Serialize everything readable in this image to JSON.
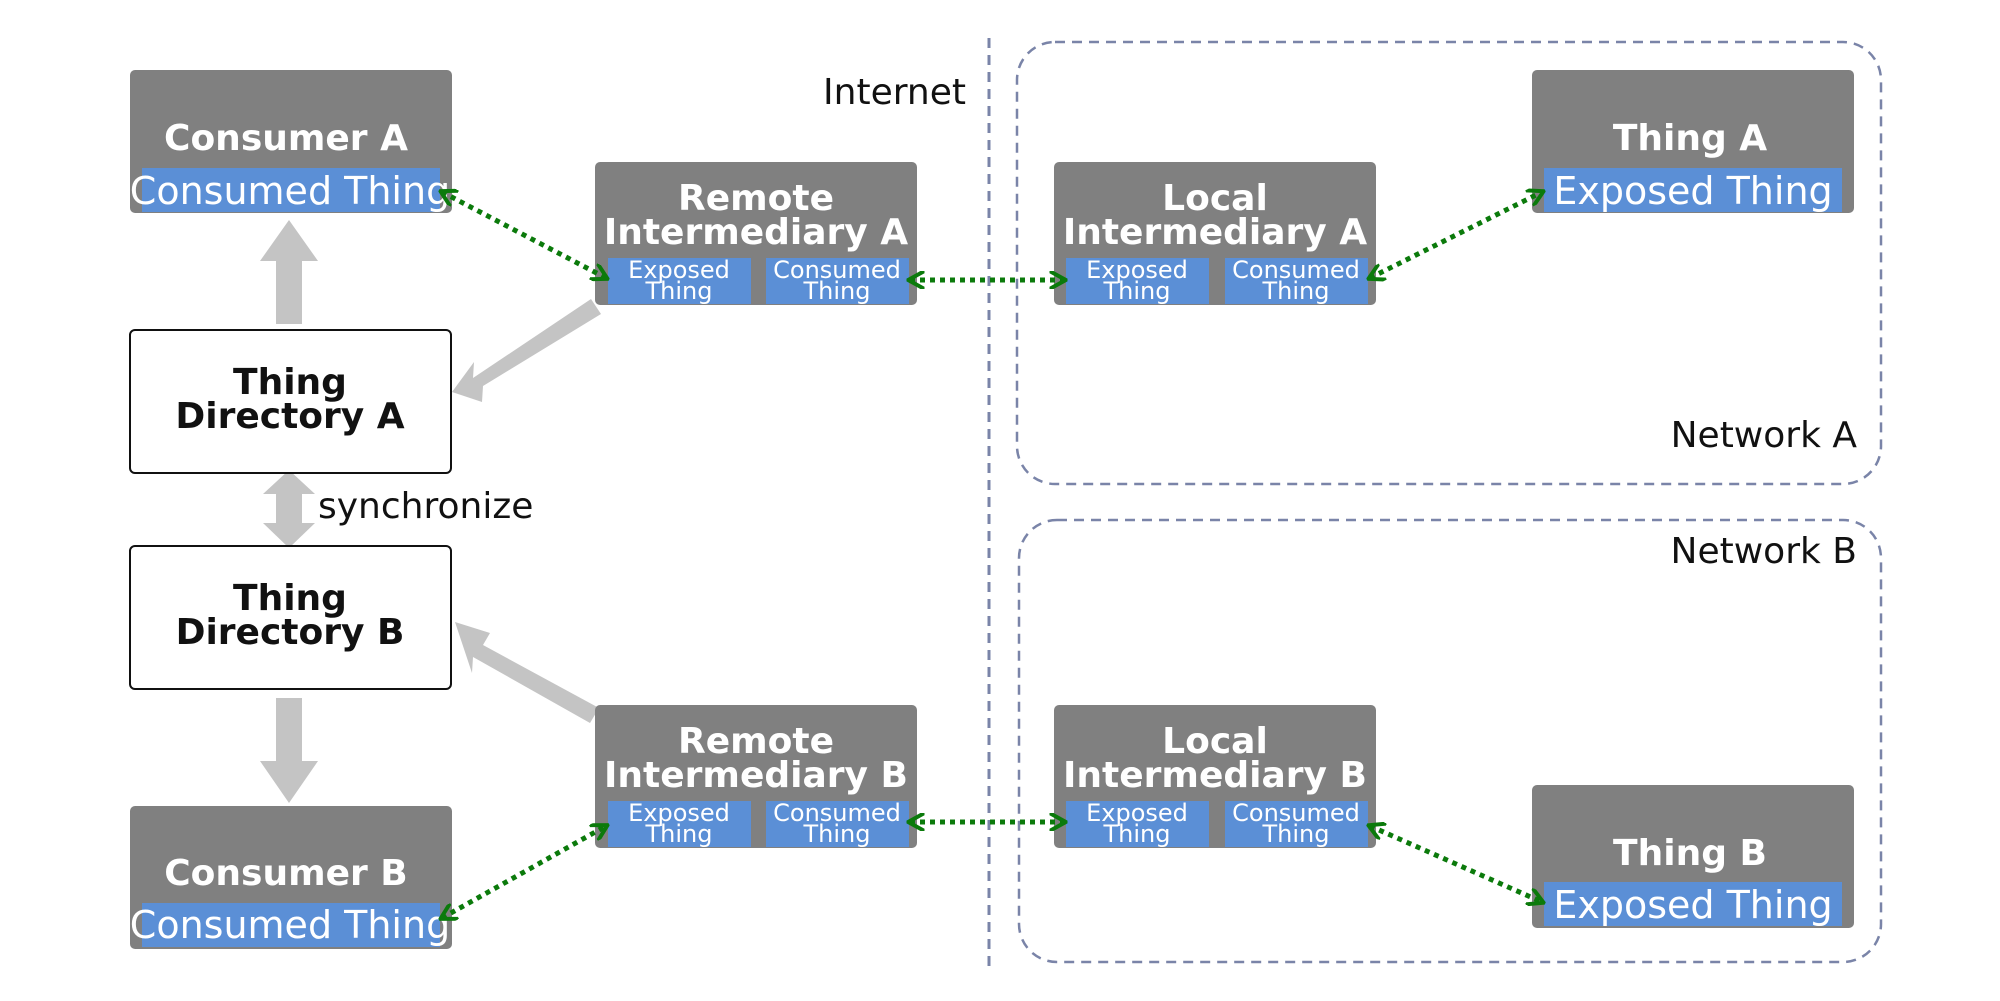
{
  "labels": {
    "internet": "Internet",
    "network_a": "Network A",
    "network_b": "Network B",
    "synchronize": "synchronize"
  },
  "nodes": {
    "consumer_a": {
      "title": "Consumer A",
      "sub": "Consumed Thing"
    },
    "consumer_b": {
      "title": "Consumer B",
      "sub": "Consumed Thing"
    },
    "thing_dir_a": {
      "line1": "Thing",
      "line2": "Directory A"
    },
    "thing_dir_b": {
      "line1": "Thing",
      "line2": "Directory B"
    },
    "remote_a": {
      "line1": "Remote",
      "line2": "Intermediary A",
      "left1": "Exposed",
      "left2": "Thing",
      "right1": "Consumed",
      "right2": "Thing"
    },
    "remote_b": {
      "line1": "Remote",
      "line2": "Intermediary B",
      "left1": "Exposed",
      "left2": "Thing",
      "right1": "Consumed",
      "right2": "Thing"
    },
    "local_a": {
      "line1": "Local",
      "line2": "Intermediary A",
      "left1": "Exposed",
      "left2": "Thing",
      "right1": "Consumed",
      "right2": "Thing"
    },
    "local_b": {
      "line1": "Local",
      "line2": "Intermediary B",
      "left1": "Exposed",
      "left2": "Thing",
      "right1": "Consumed",
      "right2": "Thing"
    },
    "thing_a": {
      "title": "Thing A",
      "sub": "Exposed Thing"
    },
    "thing_b": {
      "title": "Thing B",
      "sub": "Exposed Thing"
    }
  },
  "colors": {
    "box_gray": "#808080",
    "sub_blue": "#5b8fd6",
    "arrow_gray": "#c4c4c4",
    "link_green": "#0b7a0b",
    "dashed": "#7a84a8"
  }
}
